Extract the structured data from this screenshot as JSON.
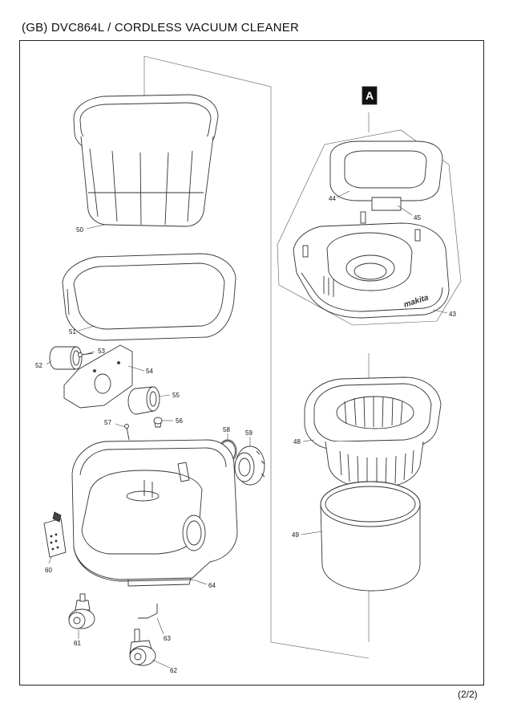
{
  "header": {
    "title": "(GB) DVC864L / CORDLESS VACUUM CLEANER"
  },
  "footer": {
    "page": "(2/2)"
  },
  "marker": {
    "label": "A"
  },
  "parts": {
    "p43": "43",
    "p44": "44",
    "p45": "45",
    "p48": "48",
    "p49": "49",
    "p50": "50",
    "p51": "51",
    "p52": "52",
    "p53": "53",
    "p54": "54",
    "p55": "55",
    "p56": "56",
    "p57": "57",
    "p58": "58",
    "p59": "59",
    "p60": "60",
    "p61": "61",
    "p62": "62",
    "p63": "63",
    "p64": "64"
  },
  "logo": {
    "text": "makita"
  }
}
